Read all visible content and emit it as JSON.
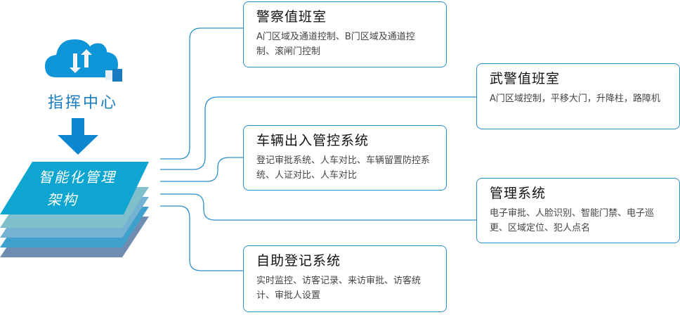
{
  "center": {
    "label": "指挥中心"
  },
  "architecture": {
    "label_line1": "智能化管理",
    "label_line2": "架构"
  },
  "systems": [
    {
      "title": "警察值班室",
      "desc": "A门区域及通道控制、B门区域及通道控制、滚闸门控制"
    },
    {
      "title": "武警值班室",
      "desc": "A门区域控制，平移大门，升降柱，路障机"
    },
    {
      "title": "车辆出入管控系统",
      "desc": "登记审批系统、人车对比、车辆留置防控系统、人证对比、人车对比"
    },
    {
      "title": "管理系统",
      "desc": "电子审批、人脸识别、智能门禁、电子巡更、区域定位、犯人点名"
    },
    {
      "title": "自助登记系统",
      "desc": "实时监控、访客记录、来访审批、访客统计、审批人设置"
    }
  ],
  "colors": {
    "accent": "#1a8ad0",
    "line": "#2a8ec8"
  }
}
